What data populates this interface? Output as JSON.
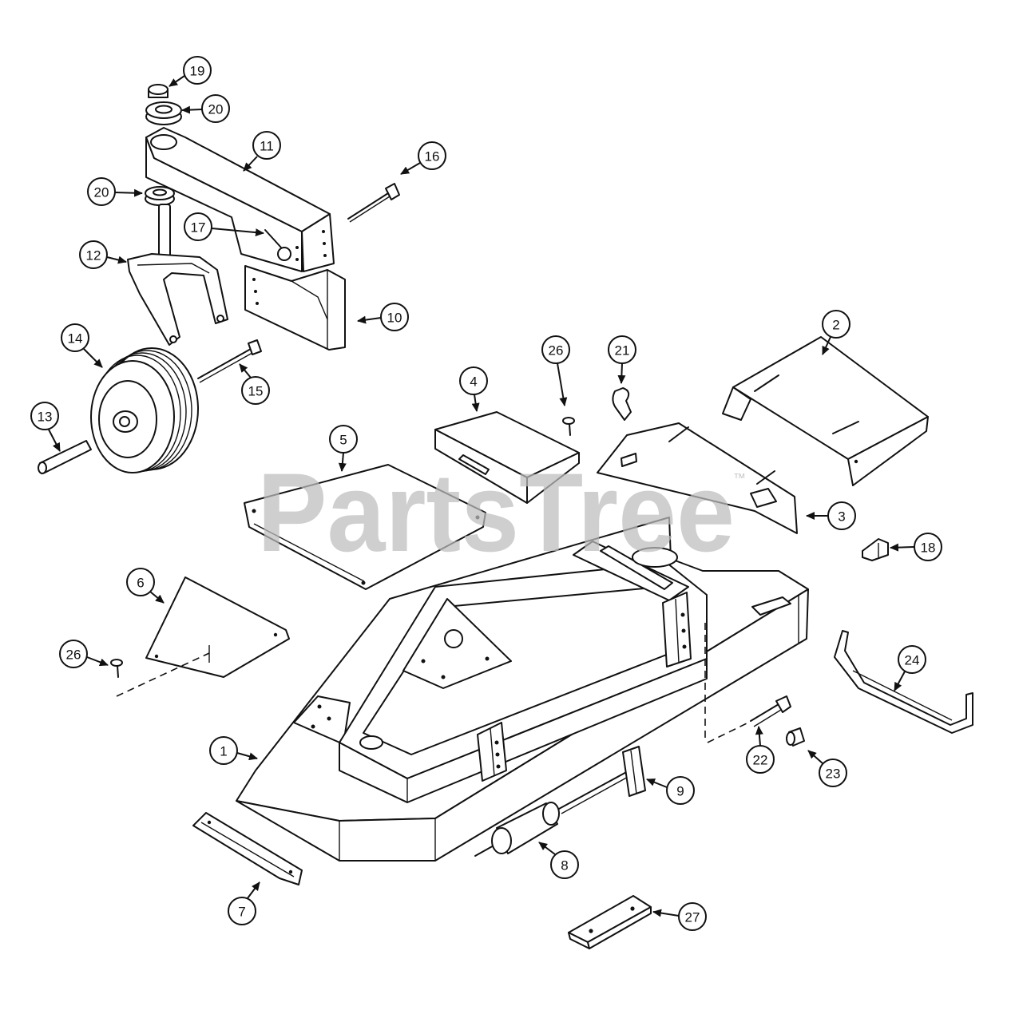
{
  "diagram": {
    "callouts": [
      "19",
      "20",
      "11",
      "16",
      "20",
      "17",
      "12",
      "10",
      "2",
      "14",
      "21",
      "26",
      "4",
      "15",
      "13",
      "5",
      "3",
      "18",
      "6",
      "26",
      "24",
      "1",
      "22",
      "23",
      "9",
      "8",
      "7",
      "27"
    ]
  },
  "watermark": {
    "text": "PartsTree",
    "mark": "™"
  },
  "colors": {
    "line": "#111111",
    "watermark": "#bdbdbd",
    "background": "#ffffff"
  }
}
